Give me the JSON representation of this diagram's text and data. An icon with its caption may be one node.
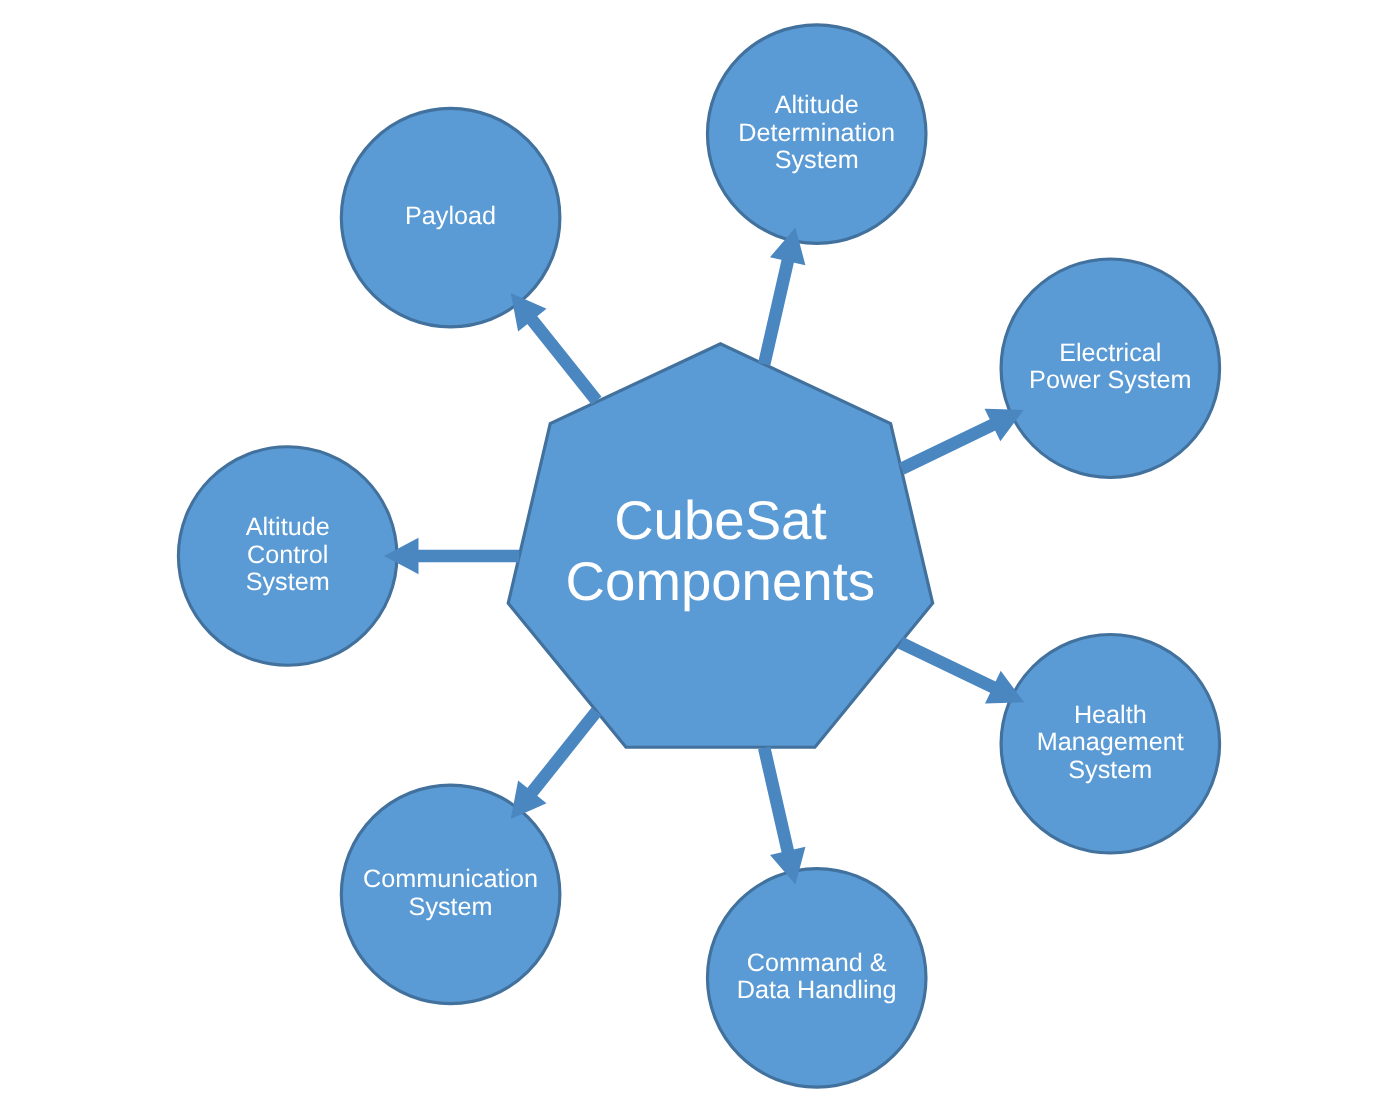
{
  "diagram": {
    "nodes": [
      {
        "text": [
          "Electrical Power System"
        ]
      },
      {
        "text": [
          "Altitude Determination System"
        ]
      },
      {
        "text": [
          "Payload"
        ]
      },
      {
        "text": [
          "CubeSat Components"
        ]
      },
      {
        "text": [
          "Altitude Control System"
        ]
      },
      {
        "text": [
          "Communication System"
        ]
      },
      {
        "text": [
          "Command & Data Handling"
        ]
      },
      {
        "text": [
          "Health Management System"
        ]
      }
    ],
    "edges": [
      {
        "from": 3,
        "to": 0,
        "arrow": "to"
      },
      {
        "from": 3,
        "to": 1,
        "arrow": "to"
      },
      {
        "from": 3,
        "to": 2,
        "arrow": "to"
      },
      {
        "from": 3,
        "to": 4,
        "arrow": "to"
      },
      {
        "from": 3,
        "to": 5,
        "arrow": "to"
      },
      {
        "from": 3,
        "to": 6,
        "arrow": "to"
      },
      {
        "from": 3,
        "to": 7,
        "arrow": "to"
      }
    ]
  }
}
